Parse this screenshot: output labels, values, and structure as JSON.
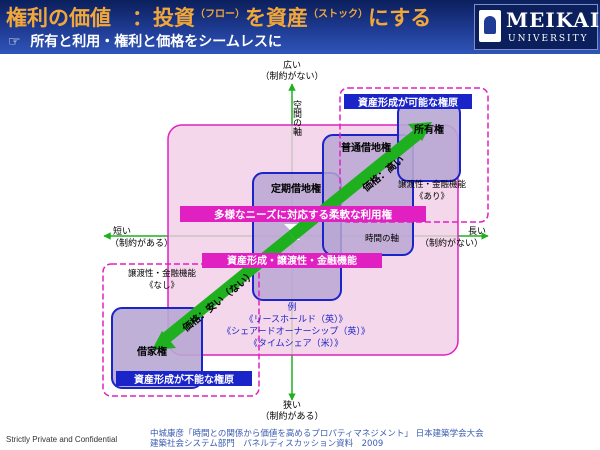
{
  "header": {
    "title_a": "権利の価値　：投資",
    "title_flow": "（フロー）",
    "title_b": "を資産",
    "title_stock": "（ストック）",
    "title_c": "にする",
    "subtitle_icon": "hand-pointing-icon",
    "subtitle": "所有と利用・権利と価格をシームレスに",
    "logo_name": "MEIKAI",
    "logo_sub": "UNIVERSITY"
  },
  "diagram": {
    "top_label": "広い",
    "top_sub": "（制約がない）",
    "bottom_label": "狭い",
    "bottom_sub": "（制約がある）",
    "left_label": "短い",
    "left_sub": "（制約がある）",
    "right_label": "長い",
    "right_sub": "（制約がない）",
    "vertical_axis": "空間の軸",
    "horizontal_axis": "時間の軸",
    "possible": "資産形成が可能な権原",
    "impossible": "資産形成が不能な権原",
    "ownership": "所有権",
    "normal_lease": "普通借地権",
    "fixed_lease": "定期借地権",
    "house_lease": "借家権",
    "flexible": "多様なニーズに対応する柔軟な利用権",
    "asset_band": "資産形成・譲渡性・金融機能",
    "transfer_yes_1": "譲渡性・金融機能",
    "transfer_yes_2": "《あり》",
    "transfer_no_1": "譲渡性・金融機能",
    "transfer_no_2": "《なし》",
    "price_high": "価格：高い",
    "price_low": "価格：安い（ない）",
    "example_title": "例",
    "example_1": "《リースホールド（英）》",
    "example_2": "《シェアードオーナーシップ（英）》",
    "example_3": "《タイムシェア（米）》"
  },
  "colors": {
    "header_bg": "#1f3c94",
    "title_orange": "#f2a73a",
    "magenta": "#e020c0",
    "blue": "#1a24c8",
    "green": "#1fb01f",
    "pink_fill": "#f3cde6",
    "purple_fill": "#b8a7d4"
  },
  "footer": {
    "left": "Strictly Private and Confidential",
    "right_1": "中城康彦「時間との関係から価値を高めるプロパティマネジメント」 日本建築学会大会",
    "right_2": "建築社会システム部門　パネルディスカッション資料　2009"
  }
}
